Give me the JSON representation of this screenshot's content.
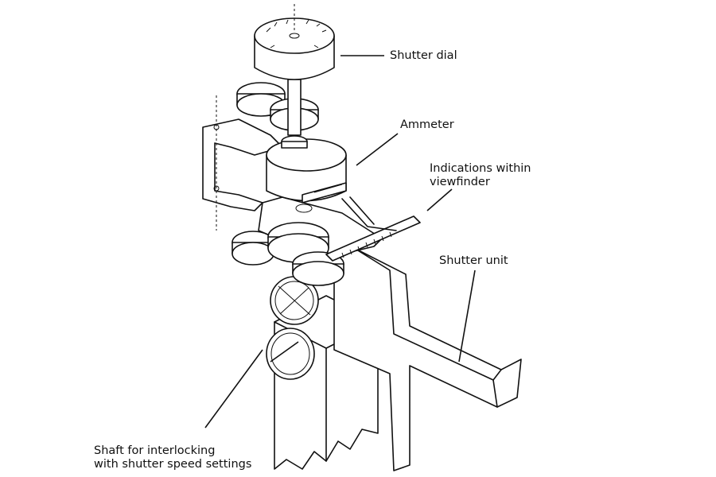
{
  "labels": {
    "shutter_dial": "Shutter dial",
    "ammeter": "Ammeter",
    "indications_line1": "Indications within",
    "indications_line2": "viewfinder",
    "shutter_unit": "Shutter unit",
    "shaft_line1": "Shaft for interlocking",
    "shaft_line2": "with shutter speed settings"
  }
}
